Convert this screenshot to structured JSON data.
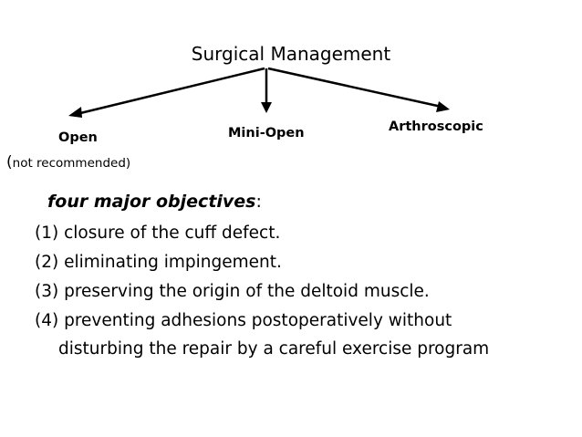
{
  "diagram": {
    "root": "Surgical Management",
    "branches": {
      "open": "Open",
      "open_note_first": "(",
      "open_note_rest": "not recommended)",
      "mini_open": "Mini-Open",
      "arthroscopic": "Arthroscopic"
    }
  },
  "objectives": {
    "heading_emph": "four major objectives",
    "heading_suffix": ":",
    "items": [
      {
        "line1": "(1) closure of the cuff defect."
      },
      {
        "line1": "(2) eliminating impingement."
      },
      {
        "line1": "(3) preserving the origin of the deltoid muscle."
      },
      {
        "line1": "(4) preventing adhesions postoperatively without",
        "line2": "disturbing the repair by a careful exercise program"
      }
    ]
  }
}
